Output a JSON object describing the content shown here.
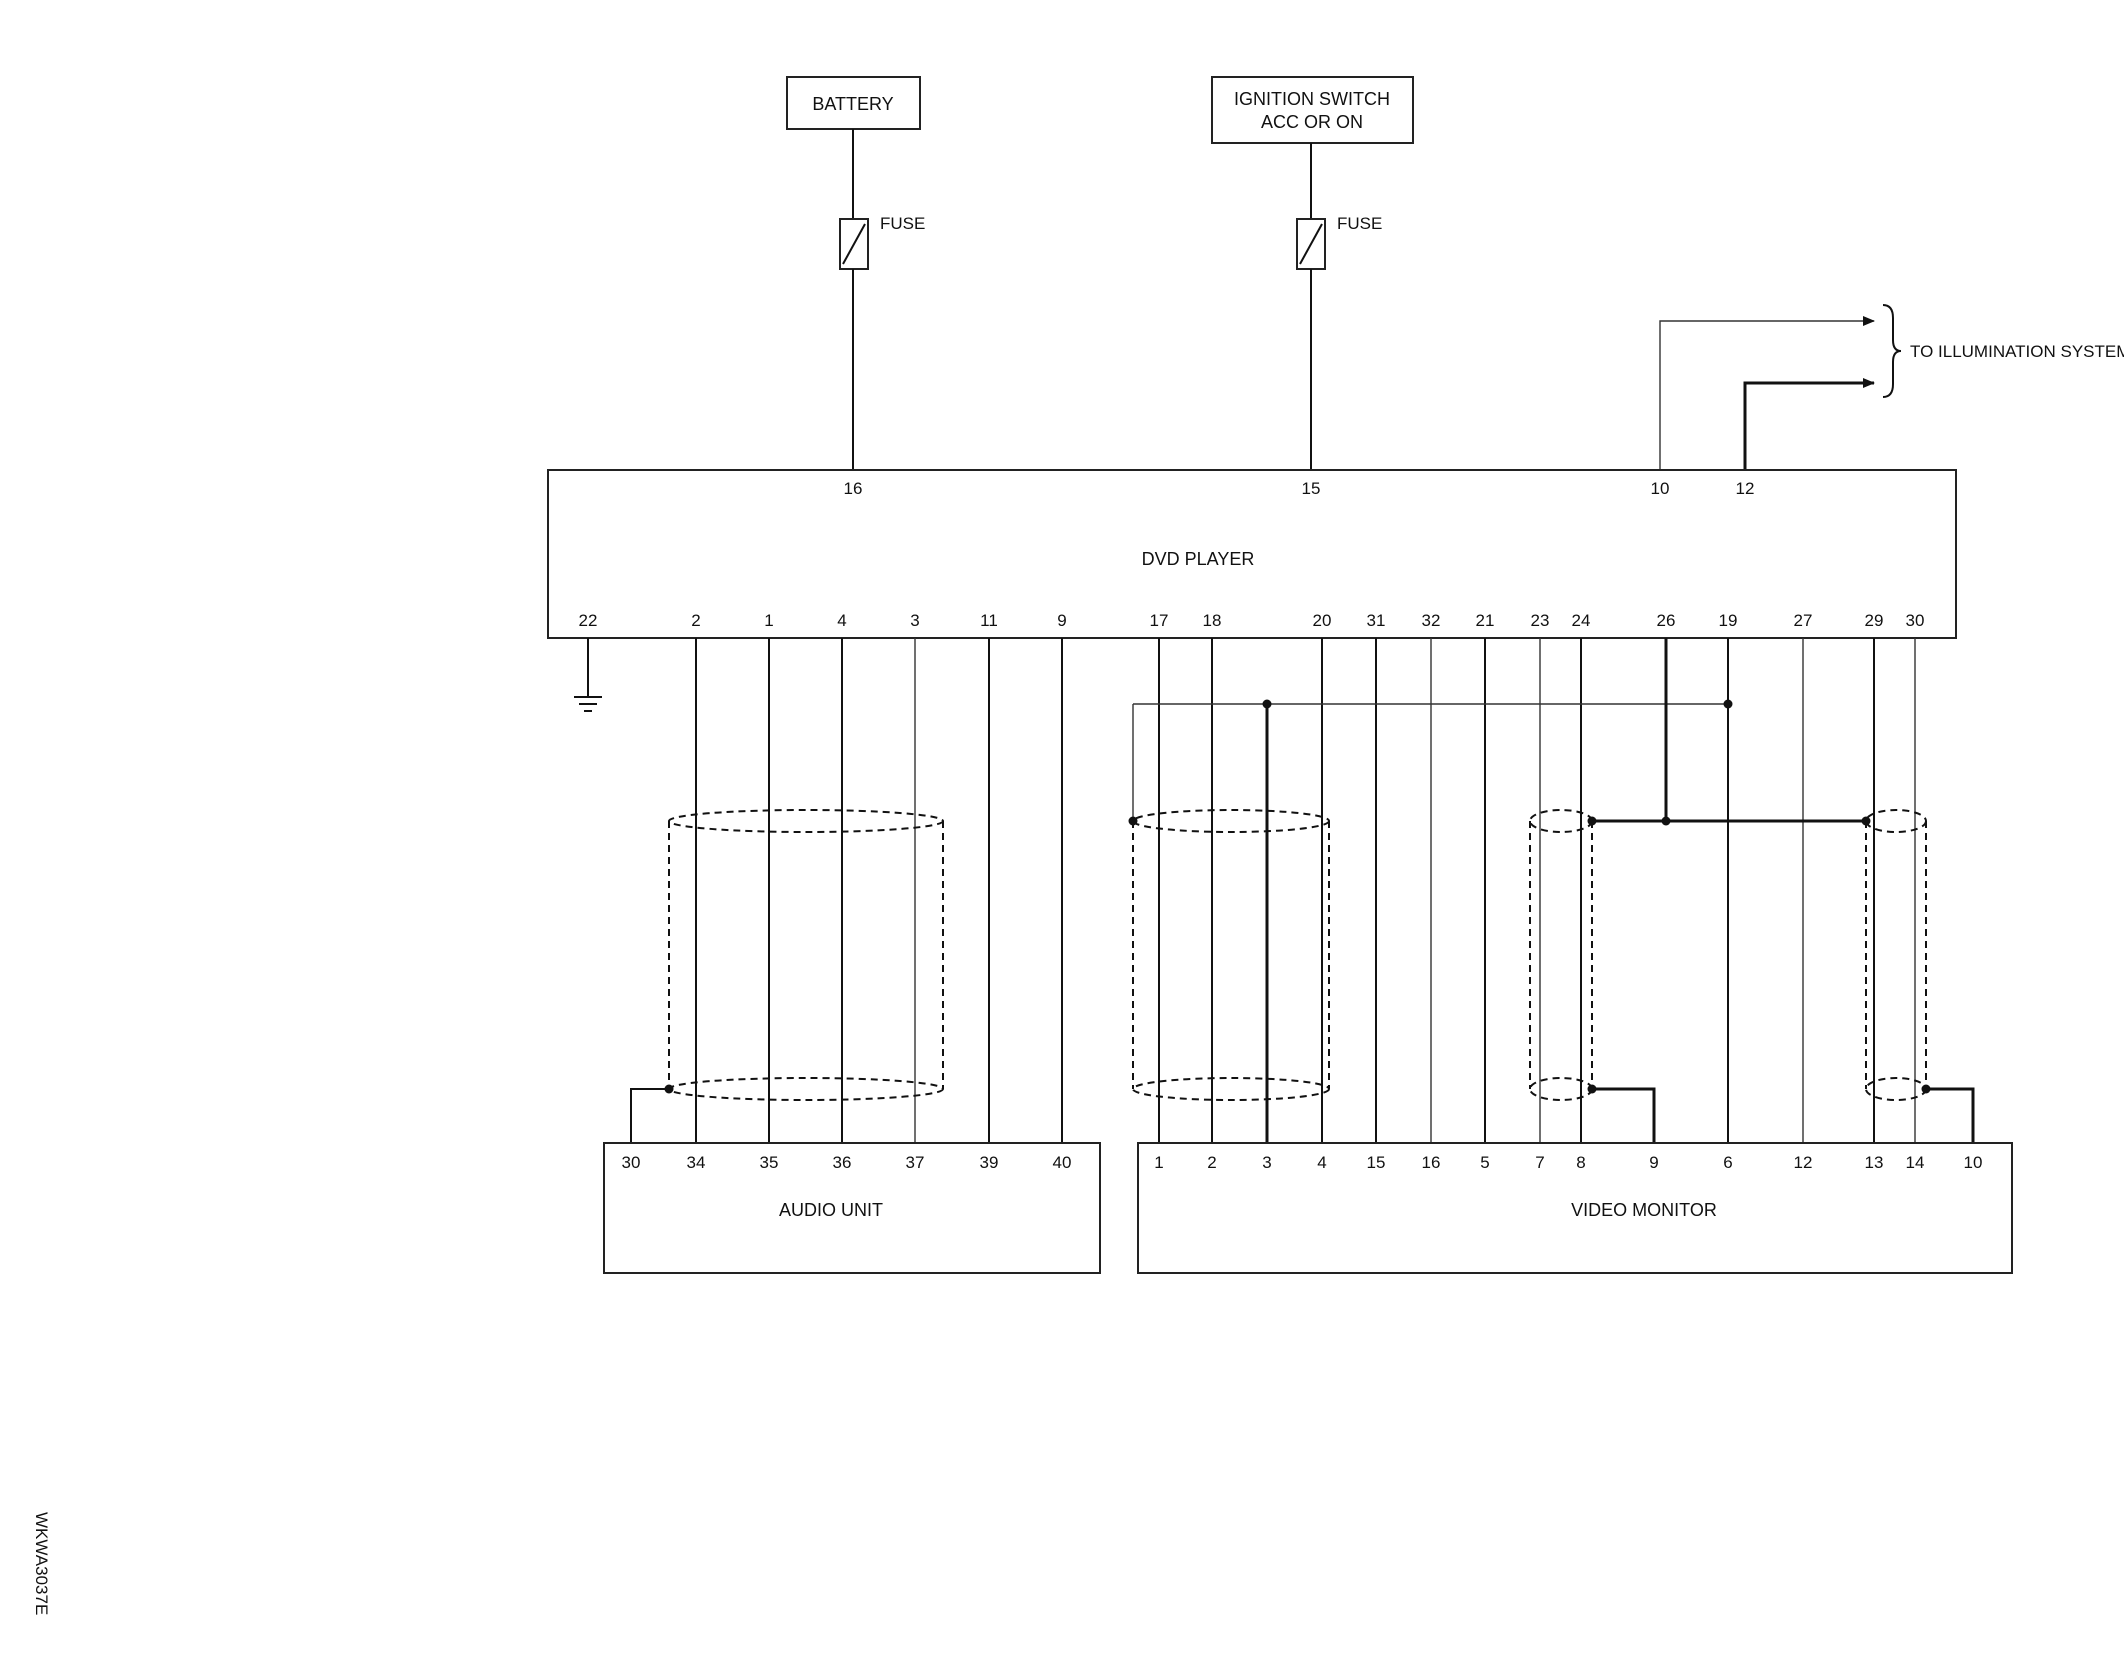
{
  "components": {
    "battery": "BATTERY",
    "ignition_line1": "IGNITION SWITCH",
    "ignition_line2": "ACC OR ON",
    "fuse_label": "FUSE",
    "dvd_player": "DVD PLAYER",
    "audio_unit": "AUDIO UNIT",
    "video_monitor": "VIDEO MONITOR",
    "illumination": "TO ILLUMINATION SYSTEM"
  },
  "dvd_top_pins": [
    "16",
    "15",
    "10",
    "12"
  ],
  "dvd_bottom_pins": [
    "22",
    "2",
    "1",
    "4",
    "3",
    "11",
    "9",
    "17",
    "18",
    "20",
    "31",
    "32",
    "21",
    "23",
    "24",
    "26",
    "19",
    "27",
    "29",
    "30"
  ],
  "audio_pins": [
    "30",
    "34",
    "35",
    "36",
    "37",
    "39",
    "40"
  ],
  "video_pins": [
    "1",
    "2",
    "3",
    "4",
    "15",
    "16",
    "5",
    "7",
    "8",
    "9",
    "6",
    "12",
    "13",
    "14",
    "10"
  ],
  "figure_code": "WKWA3037E",
  "colors": {
    "line": "#111111",
    "background": "#ffffff"
  }
}
